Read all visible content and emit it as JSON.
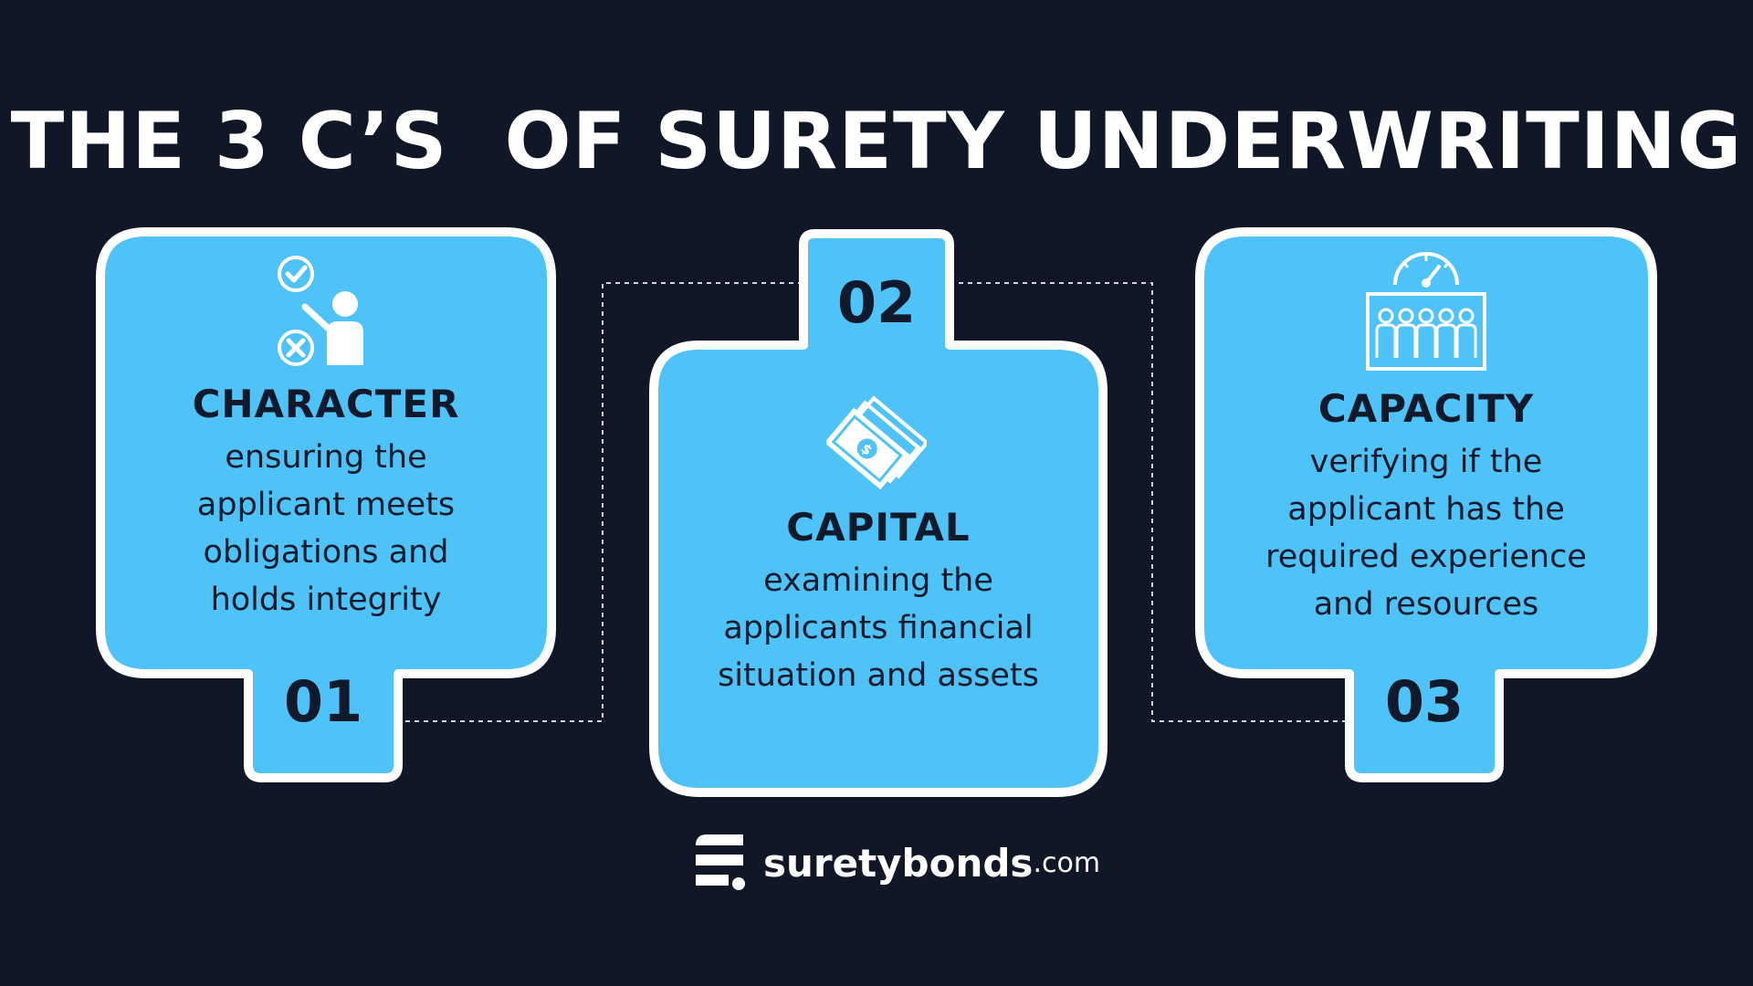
{
  "title": "THE 3 C’S  OF SURETY UNDERWRITING",
  "colors": {
    "background": "#101828",
    "card": "#4fc3f7",
    "card_border": "#ffffff",
    "text_dark": "#0f1a2c"
  },
  "cards": [
    {
      "number": "01",
      "heading": "CHARACTER",
      "lines": [
        "ensuring the",
        "applicant meets",
        "obligations and",
        "holds integrity"
      ],
      "icon": "person-check-cross-icon"
    },
    {
      "number": "02",
      "heading": "CAPITAL",
      "lines": [
        "examining the",
        "applicants financial",
        "situation and assets"
      ],
      "icon": "money-bills-icon"
    },
    {
      "number": "03",
      "heading": "CAPACITY",
      "lines": [
        "verifying if the",
        "applicant has the",
        "required experience",
        "and resources"
      ],
      "icon": "team-gauge-icon"
    }
  ],
  "logo": {
    "word": "suretybonds",
    "tld": ".com",
    "icon": "suretybonds-logo-icon"
  }
}
